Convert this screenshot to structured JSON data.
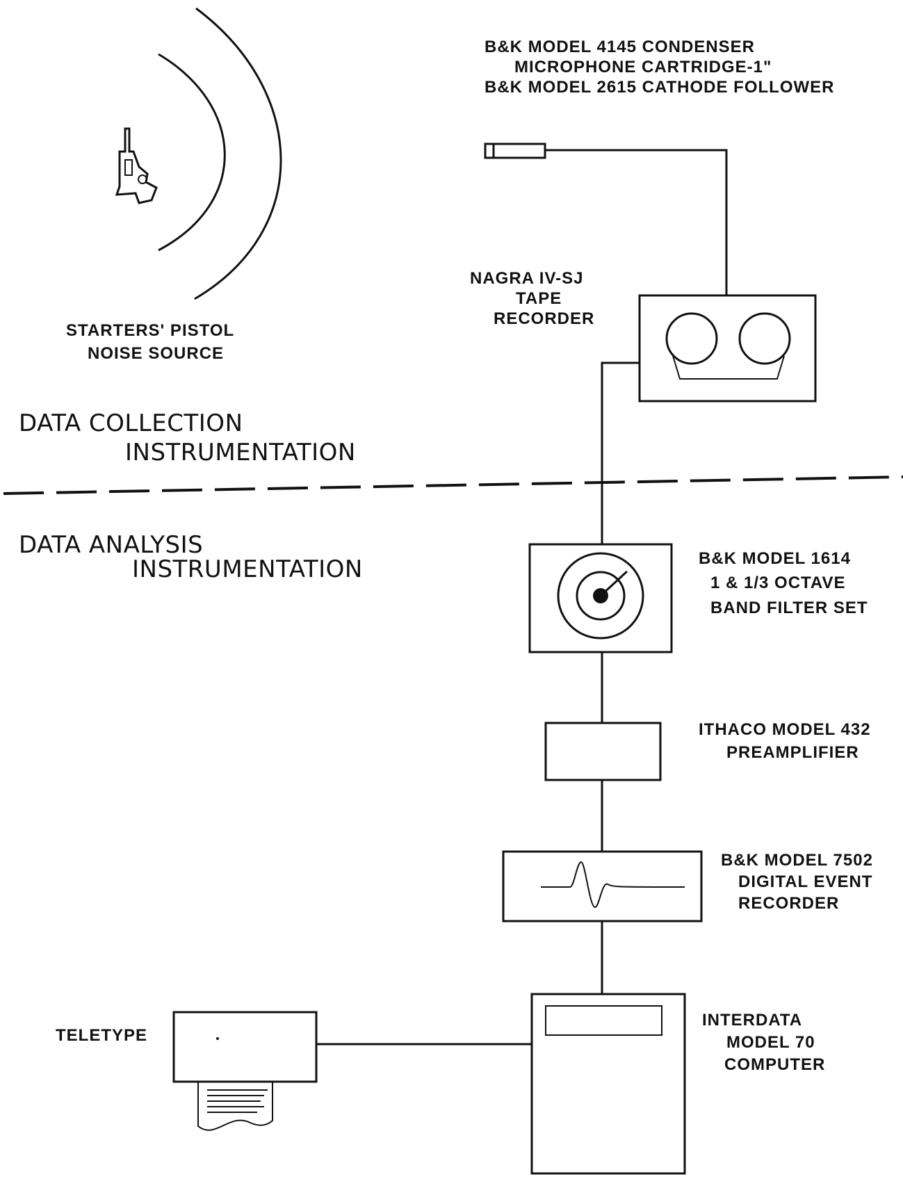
{
  "labels": {
    "mic_line1": "B&K MODEL 4145 CONDENSER",
    "mic_line2": "MICROPHONE CARTRIDGE-1\"",
    "mic_line3": "B&K MODEL 2615 CATHODE FOLLOWER",
    "pistol_line1": "STARTERS' PISTOL",
    "pistol_line2": "NOISE SOURCE",
    "recorder_line1": "NAGRA IV-SJ",
    "recorder_line2": "TAPE",
    "recorder_line3": "RECORDER",
    "collection_line1": "DATA COLLECTION",
    "collection_line2": "INSTRUMENTATION",
    "analysis_line1": "DATA ANALYSIS",
    "analysis_line2": "INSTRUMENTATION",
    "filter_line1": "B&K MODEL 1614",
    "filter_line2": "1 & 1/3 OCTAVE",
    "filter_line3": "BAND FILTER SET",
    "preamp_line1": "ITHACO MODEL 432",
    "preamp_line2": "PREAMPLIFIER",
    "event_line1": "B&K MODEL 7502",
    "event_line2": "DIGITAL EVENT",
    "event_line3": "RECORDER",
    "teletype": "TELETYPE",
    "computer_line1": "INTERDATA",
    "computer_line2": "MODEL 70",
    "computer_line3": "COMPUTER"
  }
}
